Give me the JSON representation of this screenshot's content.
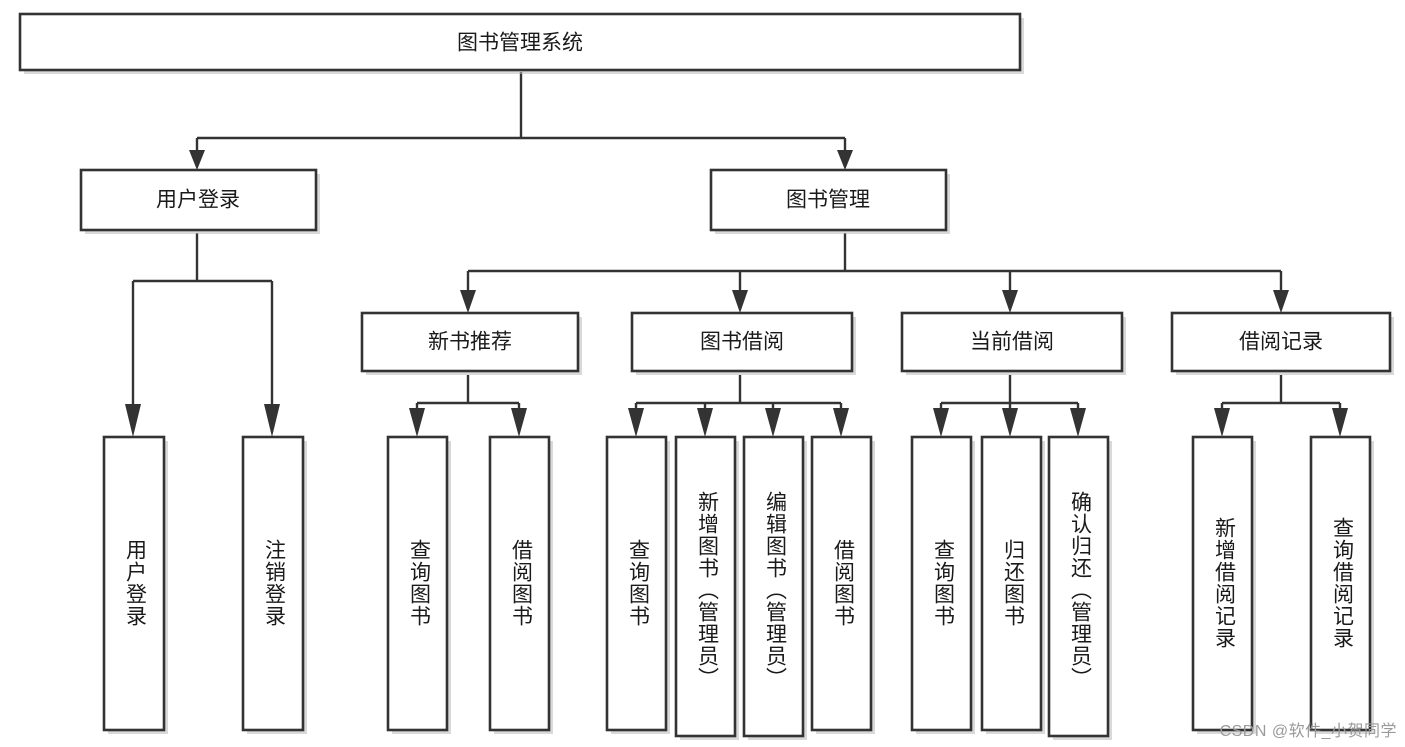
{
  "diagram": {
    "type": "tree-hierarchy",
    "title": "图书管理系统",
    "orientation": "top-down",
    "colors": {
      "box_stroke": "#333333",
      "box_fill": "#ffffff",
      "connector": "#333333",
      "background": "#ffffff",
      "watermark": "#9a9a9a"
    },
    "levels": {
      "root": "图书管理系统",
      "level2": [
        "用户登录",
        "图书管理"
      ],
      "level3": [
        "新书推荐",
        "图书借阅",
        "当前借阅",
        "借阅记录"
      ]
    },
    "nodes": {
      "root": {
        "label": "图书管理系统"
      },
      "user_login": {
        "label": "用户登录"
      },
      "book_manage": {
        "label": "图书管理"
      },
      "new_book_rec": {
        "label": "新书推荐"
      },
      "book_borrow": {
        "label": "图书借阅"
      },
      "current_borrow": {
        "label": "当前借阅"
      },
      "borrow_record": {
        "label": "借阅记录"
      }
    },
    "leaves": {
      "user_login": [
        {
          "label": "用户登录"
        },
        {
          "label": "注销登录"
        }
      ],
      "new_book_rec": [
        {
          "label": "查询图书"
        },
        {
          "label": "借阅图书"
        }
      ],
      "book_borrow": [
        {
          "label": "查询图书"
        },
        {
          "label": "新增图书（管理员）"
        },
        {
          "label": "编辑图书（管理员）"
        },
        {
          "label": "借阅图书"
        }
      ],
      "current_borrow": [
        {
          "label": "查询图书"
        },
        {
          "label": "归还图书"
        },
        {
          "label": "确认归还（管理员）"
        }
      ],
      "borrow_record": [
        {
          "label": "新增借阅记录"
        },
        {
          "label": "查询借阅记录"
        }
      ]
    },
    "watermark": "CSDN @软件_小贺同学"
  }
}
